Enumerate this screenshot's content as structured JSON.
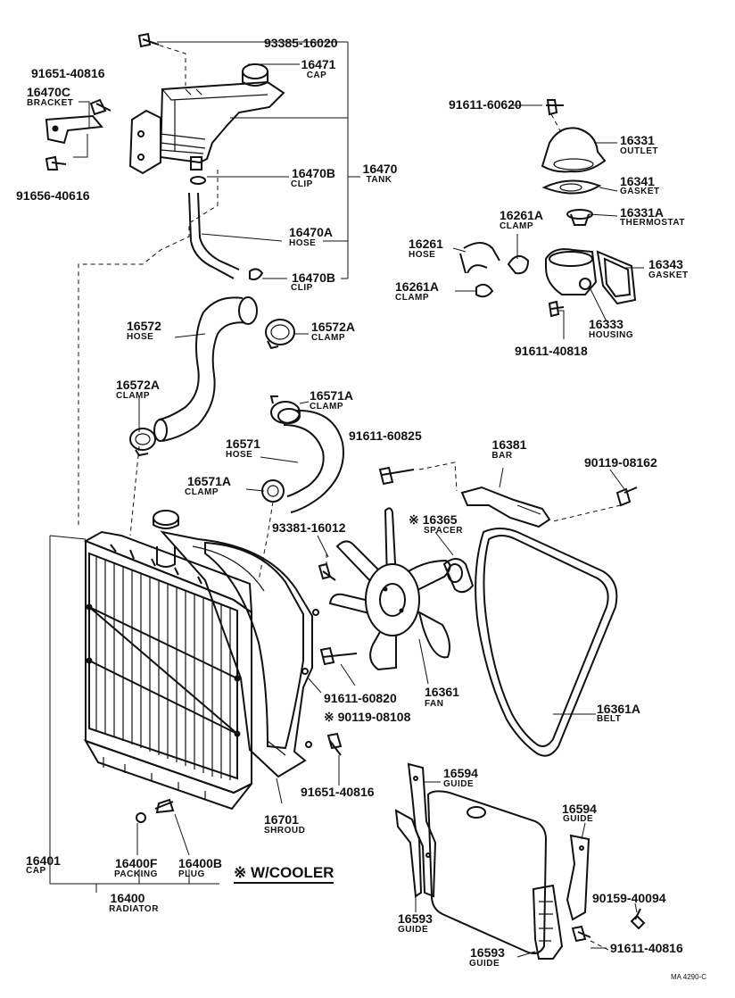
{
  "parts": {
    "p93385": {
      "number": "93385-16020"
    },
    "p16471": {
      "number": "16471",
      "name": "CAP"
    },
    "p91651a": {
      "number": "91651-40816"
    },
    "p16470c": {
      "number": "16470C",
      "name": "BRACKET"
    },
    "p91656": {
      "number": "91656-40616"
    },
    "p16470b1": {
      "number": "16470B",
      "name": "CLIP"
    },
    "p16470": {
      "number": "16470",
      "name": "TANK"
    },
    "p16470a": {
      "number": "16470A",
      "name": "HOSE"
    },
    "p16470b2": {
      "number": "16470B",
      "name": "CLIP"
    },
    "p91611_60620": {
      "number": "91611-60620"
    },
    "p16331": {
      "number": "16331",
      "name": "OUTLET"
    },
    "p16341": {
      "number": "16341",
      "name": "GASKET"
    },
    "p16261a1": {
      "number": "16261A",
      "name": "CLAMP"
    },
    "p16331a": {
      "number": "16331A",
      "name": "THERMOSTAT"
    },
    "p16261": {
      "number": "16261",
      "name": "HOSE"
    },
    "p16343": {
      "number": "16343",
      "name": "GASKET"
    },
    "p16261a2": {
      "number": "16261A",
      "name": "CLAMP"
    },
    "p16333": {
      "number": "16333",
      "name": "HOUSING"
    },
    "p91611_40818": {
      "number": "91611-40818"
    },
    "p16572": {
      "number": "16572",
      "name": "HOSE"
    },
    "p16572a1": {
      "number": "16572A",
      "name": "CLAMP"
    },
    "p16572a2": {
      "number": "16572A",
      "name": "CLAMP"
    },
    "p16571a1": {
      "number": "16571A",
      "name": "CLAMP"
    },
    "p16571": {
      "number": "16571",
      "name": "HOSE"
    },
    "p91611_60825": {
      "number": "91611-60825"
    },
    "p16381": {
      "number": "16381",
      "name": "BAR"
    },
    "p90119_08162": {
      "number": "90119-08162"
    },
    "p16571a2": {
      "number": "16571A",
      "name": "CLAMP"
    },
    "p16365": {
      "number": "※ 16365",
      "name": "SPACER"
    },
    "p93381": {
      "number": "93381-16012"
    },
    "p91611_60820": {
      "number": "91611-60820"
    },
    "p16361": {
      "number": "16361",
      "name": "FAN"
    },
    "p16361a": {
      "number": "16361A",
      "name": "BELT"
    },
    "p90119_08108": {
      "number": "※ 90119-08108"
    },
    "p91651b": {
      "number": "91651-40816"
    },
    "p16701": {
      "number": "16701",
      "name": "SHROUD"
    },
    "p16594a": {
      "number": "16594",
      "name": "GUIDE"
    },
    "p16594b": {
      "number": "16594",
      "name": "GUIDE"
    },
    "p16401": {
      "number": "16401",
      "name": "CAP"
    },
    "p16400f": {
      "number": "16400F",
      "name": "PACKING"
    },
    "p16400b": {
      "number": "16400B",
      "name": "PLUG"
    },
    "p16400": {
      "number": "16400",
      "name": "RADIATOR"
    },
    "p90159": {
      "number": "90159-40094"
    },
    "p16593a": {
      "number": "16593",
      "name": "GUIDE"
    },
    "p16593b": {
      "number": "16593",
      "name": "GUIDE"
    },
    "p91611_40816": {
      "number": "91611-40816"
    }
  },
  "note": "※ W/COOLER",
  "code": "MA 4290-C"
}
